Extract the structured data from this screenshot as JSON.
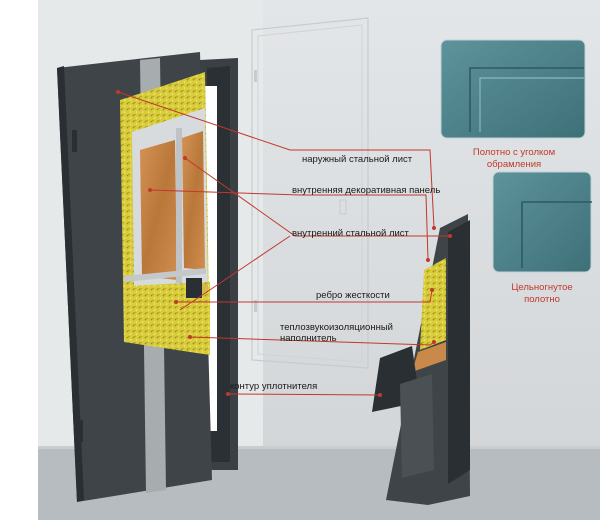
{
  "colors": {
    "wall": "#d7dadc",
    "floor": "#b9bec2",
    "door_steel": "#3d4347",
    "door_edge": "#2a2f33",
    "insulation": "#d9cf3c",
    "wood_panel": "#c8894a",
    "inner_steel": "#d4d7d9",
    "leader_line": "#c0392b",
    "swatch": "#4b7f88",
    "caption": "#c0392b"
  },
  "labels": [
    {
      "id": "outer-sheet",
      "text": "наружный стальной лист"
    },
    {
      "id": "decor-panel",
      "text": "внутренняя декоративная панель"
    },
    {
      "id": "inner-sheet",
      "text": "внутренний стальной лист"
    },
    {
      "id": "rib",
      "text": "ребро жесткости"
    },
    {
      "id": "filler",
      "text": "теплозвукоизоляционный наполнитель"
    },
    {
      "id": "seal",
      "text": "контур уплотнителя"
    }
  ],
  "swatches": [
    {
      "id": "framed",
      "caption_line1": "Полотно с уголком",
      "caption_line2": "обрамления",
      "icon": "framed-corner-profile-icon"
    },
    {
      "id": "bent",
      "caption_line1": "Цельногнутое",
      "caption_line2": "полотно",
      "icon": "bent-sheet-profile-icon"
    }
  ]
}
